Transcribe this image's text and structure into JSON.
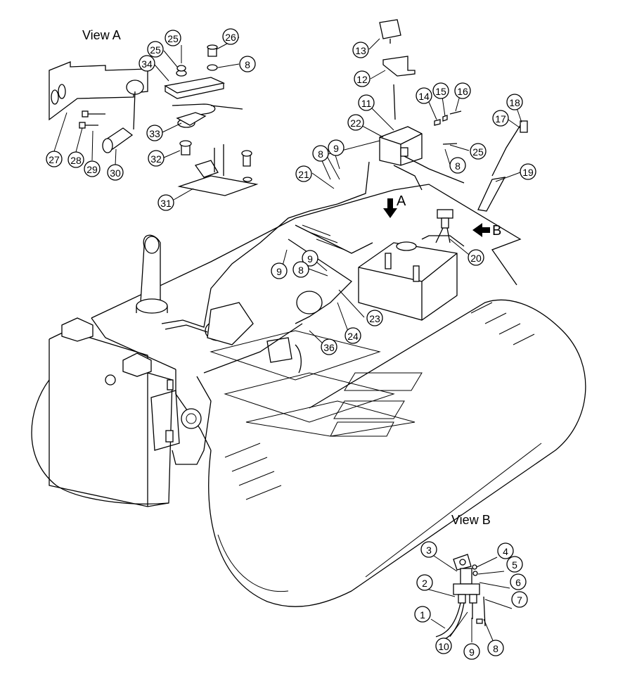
{
  "labels": {
    "view_a": "View A",
    "view_b": "View B",
    "arrow_a": "A",
    "arrow_b": "B"
  },
  "callouts": [
    "25",
    "26",
    "25",
    "8",
    "34",
    "13",
    "12",
    "14",
    "15",
    "16",
    "11",
    "22",
    "18",
    "17",
    "27",
    "28",
    "29",
    "30",
    "33",
    "32",
    "31",
    "8",
    "9",
    "21",
    "25",
    "8",
    "19",
    "20",
    "9",
    "9",
    "8",
    "23",
    "24",
    "36",
    "3",
    "4",
    "5",
    "2",
    "6",
    "7",
    "1",
    "10",
    "9",
    "8"
  ]
}
